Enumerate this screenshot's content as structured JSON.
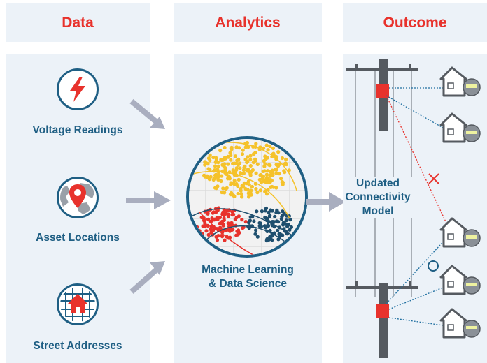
{
  "headers": {
    "data": "Data",
    "analytics": "Analytics",
    "outcome": "Outcome"
  },
  "data_items": [
    {
      "label": "Voltage Readings",
      "icon": "lightning-bolt-icon"
    },
    {
      "label": "Asset Locations",
      "icon": "map-pin-globe-icon"
    },
    {
      "label": "Street Addresses",
      "icon": "house-grid-icon"
    }
  ],
  "analytics": {
    "label_line1": "Machine Learning",
    "label_line2": "& Data Science",
    "icon": "scatter-cluster-icon"
  },
  "outcome": {
    "label_line1": "Updated",
    "label_line2": "Connectivity",
    "label_line3": "Model",
    "disconnect_marker": "x-mark-icon",
    "connect_marker": "circle-mark-icon"
  },
  "colors": {
    "accent": "#e8322c",
    "primary": "#1f5f84",
    "panel": "#ecf2f8",
    "arrow": "#a9aebf",
    "pole": "#555a60",
    "cluster_yellow": "#f5c22b",
    "cluster_red": "#e8322c",
    "cluster_blue": "#1f4f6e"
  }
}
